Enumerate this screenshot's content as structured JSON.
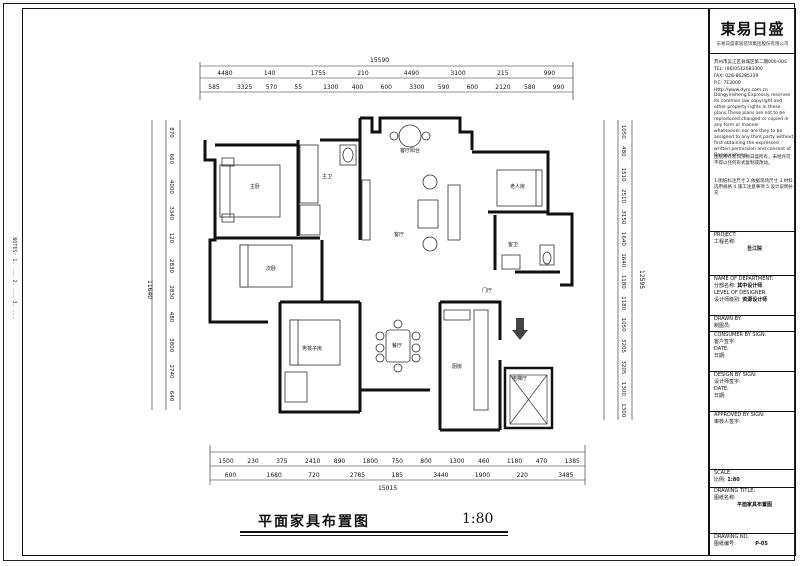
{
  "left_strip_text": "NOTES: 1. ... 2. ... 3. ...",
  "drawing_title": "平面家具布置图",
  "drawing_scale": "1:80",
  "brand": {
    "name": "東易日盛",
    "subtitle": "东易日盛家居装饰集团股份有限公司"
  },
  "contact": {
    "line1": "苏州市吴江区县城区第二期000-00S",
    "line2": "TEL: (86)0512083300",
    "line3": "FAX: 028-86285339",
    "line4": "P.C: 7E3000",
    "line5": "Http://www.dyrs.com.cn"
  },
  "copyright_text": "Dongyirisheng Expressly reserves its common law copyright and other property rights in these plans.These plans are not to be reproduced changed or copied in any form or manner whatsoever,nor are they to be assigned to any third party without first obtaining the expressed written permission and consent of Dongyirisheng",
  "note_cn": "图纸所有权归东易日盛所有，未经许可不得以任何形式复制或改动。",
  "specs_text": "1.图纸标注尺寸 2.依据现场尺寸 3.材料选用规格 4.施工注意事项 5.设计说明补充",
  "fields": {
    "project_label": "PROJECT:",
    "project_label_cn": "工程名称:",
    "project_value": "吾江院",
    "dept_label": "NAME OF DEPARTMENT:",
    "dept_label_cn": "分部名称:",
    "dept_value": "其中设计师",
    "designer_label": "LEVEL OF DESIGNER:",
    "designer_label_cn": "设计师级别:",
    "designer_value": "资源设计师",
    "drawn_label": "DRAWN BY:",
    "drawn_label_cn": "制图员:",
    "consumer_label": "CONSUMER BY SIGN:",
    "consumer_label_cn": "客户签字:",
    "date_label1": "DATE:",
    "date_label1_cn": "日期:",
    "design_sign_label": "DESIGN BY SIGN:",
    "design_sign_label_cn": "设计师签字:",
    "date_label2": "DATE:",
    "date_label2_cn": "日期:",
    "approved_label": "APPROVED BY SIGN:",
    "approved_label_cn": "审核人签字:",
    "scale_label": "SCALE:",
    "scale_label_cn": "比例:",
    "scale_value": "1:80",
    "title_label": "DRAWING TITLE:",
    "title_label_cn": "图纸名称:",
    "title_value": "平面家具布置图",
    "no_label": "DRAWING NO.",
    "no_label_cn": "图纸编号:",
    "no_value": "P-05"
  },
  "dims": {
    "top_total": "15590",
    "top_row1": [
      "4480",
      "140",
      "1755",
      "210",
      "4490",
      "3100",
      "215",
      "990"
    ],
    "top_row2": [
      "585",
      "3325",
      "570",
      "55",
      "1300",
      "400",
      "600",
      "3300",
      "590",
      "600",
      "2120",
      "580",
      "990"
    ],
    "bottom_row1": [
      "1500",
      "230",
      "375",
      "2410",
      "890",
      "1800",
      "750",
      "800",
      "1300",
      "460",
      "1180",
      "470",
      "1385"
    ],
    "bottom_row2": [
      "600",
      "1680",
      "720",
      "2785",
      "185",
      "3440",
      "1900",
      "220",
      "3485"
    ],
    "bottom_total": "15015",
    "left_total": "11640",
    "left_col1": [
      "870",
      "660",
      "4000",
      "3340",
      "120",
      "2830",
      "2830",
      "480",
      "3800",
      "2740",
      "640"
    ],
    "right_total": "12595",
    "right_col1": [
      "1050",
      "480",
      "1510",
      "2510",
      "3150",
      "1640",
      "1640",
      "1180",
      "1180",
      "1050",
      "3205",
      "3205",
      "1300",
      "1300"
    ]
  },
  "rooms": {
    "master": "主卧",
    "master_bath": "主卫",
    "balcony": "客厅阳台",
    "elder": "老人房",
    "living": "客厅",
    "second": "次卧",
    "guest_bath": "客卫",
    "entrance": "门厅",
    "child": "男孩子房",
    "dining": "餐厅",
    "kitchen": "厨房",
    "elevator": "电梯厅"
  }
}
